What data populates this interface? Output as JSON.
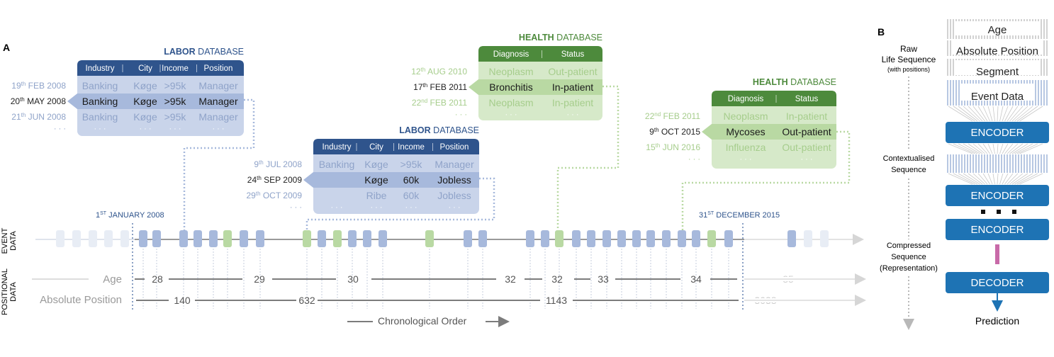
{
  "panel_a": {
    "label": "A",
    "labor_db_1": {
      "title_bold": "LABOR",
      "title_rest": " DATABASE",
      "headers": [
        "Industry",
        "City",
        "Income",
        "Position"
      ],
      "rows": [
        {
          "date": "19",
          "sup": "th",
          "rest": " FEB 2008",
          "cells": [
            "Banking",
            "Køge",
            ">95k",
            "Manager"
          ],
          "state": "faded"
        },
        {
          "date": "20",
          "sup": "th",
          "rest": " MAY 2008",
          "cells": [
            "Banking",
            "Køge",
            ">95k",
            "Manager"
          ],
          "state": "selected"
        },
        {
          "date": "21",
          "sup": "th",
          "rest": " JUN 2008",
          "cells": [
            "Banking",
            "Køge",
            ">95k",
            "Manager"
          ],
          "state": "faded"
        }
      ],
      "ellipsis": "· · ·"
    },
    "labor_db_2": {
      "title_bold": "LABOR",
      "title_rest": " DATABASE",
      "headers": [
        "Industry",
        "City",
        "Income",
        "Position"
      ],
      "rows": [
        {
          "date": "9",
          "sup": "th",
          "rest": " JUL 2008",
          "cells": [
            "Banking",
            "Køge",
            ">95k",
            "Manager"
          ],
          "state": "faded"
        },
        {
          "date": "24",
          "sup": "th",
          "rest": " SEP 2009",
          "cells": [
            "",
            "Køge",
            "60k",
            "Jobless"
          ],
          "state": "selected"
        },
        {
          "date": "29",
          "sup": "th",
          "rest": " OCT 2009",
          "cells": [
            "",
            "Ribe",
            "60k",
            "Jobless"
          ],
          "state": "faded"
        }
      ],
      "ellipsis": "· · ·"
    },
    "health_db_1": {
      "title_bold": "HEALTH",
      "title_rest": " DATABASE",
      "headers": [
        "Diagnosis",
        "Status"
      ],
      "rows": [
        {
          "date": "12",
          "sup": "th",
          "rest": " AUG 2010",
          "cells": [
            "Neoplasm",
            "Out-patient"
          ],
          "state": "faded"
        },
        {
          "date": "17",
          "sup": "th",
          "rest": " FEB 2011",
          "cells": [
            "Bronchitis",
            "In-patient"
          ],
          "state": "selected"
        },
        {
          "date": "22",
          "sup": "nd",
          "rest": " FEB 2011",
          "cells": [
            "Neoplasm",
            "In-patient"
          ],
          "state": "faded"
        }
      ],
      "ellipsis": "· · ·"
    },
    "health_db_2": {
      "title_bold": "HEALTH",
      "title_rest": " DATABASE",
      "headers": [
        "Diagnosis",
        "Status"
      ],
      "rows": [
        {
          "date": "22",
          "sup": "nd",
          "rest": " FEB 2011",
          "cells": [
            "Neoplasm",
            "In-patient"
          ],
          "state": "faded"
        },
        {
          "date": "9",
          "sup": "th",
          "rest": " OCT 2015",
          "cells": [
            "Mycoses",
            "Out-patient"
          ],
          "state": "selected"
        },
        {
          "date": "15",
          "sup": "th",
          "rest": " JUN 2016",
          "cells": [
            "Influenza",
            "Out-patient"
          ],
          "state": "faded"
        }
      ],
      "ellipsis": "· · ·"
    },
    "start_label": {
      "num": "1",
      "sup": "ST",
      "rest": " JANUARY 2008"
    },
    "end_label": {
      "num": "31",
      "sup": "ST",
      "rest": " DECEMBER 2015"
    },
    "row_labels": {
      "event": [
        "EVENT",
        "DATA"
      ],
      "positional": [
        "POSITIONAL",
        "DATA"
      ]
    },
    "age_label": "Age",
    "abs_label": "Absolute Position",
    "ages": [
      "28",
      "29",
      "30",
      "32",
      "32",
      "33",
      "34",
      "35"
    ],
    "positions": [
      "140",
      "632",
      "1143",
      "3038"
    ],
    "chronological_label": "Chronological Order",
    "event_tokens": [
      "faded",
      "faded",
      "faded",
      "faded",
      "faded",
      "labor",
      "labor",
      "labor",
      "labor",
      "labor",
      "health",
      "labor",
      "labor",
      "health",
      "labor",
      "health",
      "labor",
      "labor",
      "labor",
      "health",
      "labor",
      "labor",
      "labor",
      "labor",
      "health",
      "labor",
      "labor",
      "labor",
      "labor",
      "labor",
      "labor",
      "labor",
      "labor",
      "labor",
      "health",
      "labor",
      "labor",
      "faded",
      "faded",
      "faded"
    ]
  },
  "panel_b": {
    "label": "B",
    "raw_label": [
      "Raw",
      "Life Sequence"
    ],
    "raw_sub": "(with positions)",
    "embeddings": [
      "Age",
      "Absolute Position",
      "Segment",
      "Event Data"
    ],
    "encoder_label": "ENCODER",
    "context_label": [
      "Contextualised",
      "Sequence"
    ],
    "compressed_label": [
      "Compressed",
      "Sequence",
      "(Representation)"
    ],
    "decoder_label": "DECODER",
    "prediction_label": "Prediction",
    "ellipsis": "▪ ▪ ▪"
  },
  "colors": {
    "labor_dark": "#2f548c",
    "labor_light": "#c9d4ea",
    "labor_mid": "#a7b9dc",
    "health_dark": "#4d8a3c",
    "health_light": "#d6e9c9",
    "health_mid": "#b9d9a3",
    "encoder": "#1e73b4",
    "decoder_bar": "#c86aa8",
    "line": "#7c7c7c",
    "faded_text": "#b4b4b4"
  }
}
